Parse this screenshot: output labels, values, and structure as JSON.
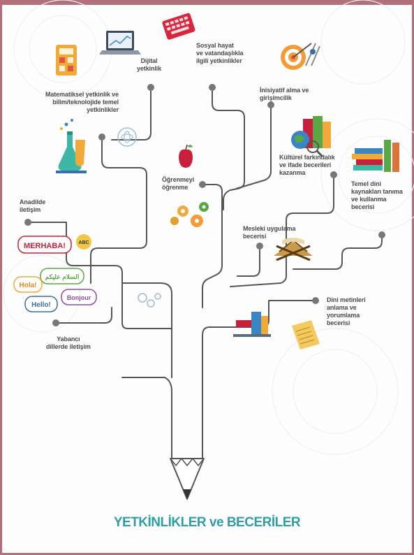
{
  "title": "YETKİNLİKLER ve BECERİLER",
  "skills": {
    "digital": [
      "Dijital",
      "yetkinlik"
    ],
    "social": [
      "Sosyal hayat",
      "ve vatandaşlıkla",
      "ilgili yetkinlikler"
    ],
    "math": [
      "Matematiksel yetkinlik ve",
      "bilim/teknolojide temel",
      "yetkinlikler"
    ],
    "initiative": [
      "İnisiyatif alma ve",
      "girişimcilik"
    ],
    "cultural": [
      "Kültürel farkındalık",
      "ve ifade becerileri",
      "kazanma"
    ],
    "learning": [
      "Öğrenmeyi",
      "öğrenme"
    ],
    "native": [
      "Anadilde",
      "iletişim"
    ],
    "religious_sources": [
      "Temel dini",
      "kaynakları tanıma",
      "ve kullanma",
      "becerisi"
    ],
    "quran": [
      "Mesleki uygulama",
      "becerisi"
    ],
    "foreign": [
      "Yabancı",
      "dillerde iletişim"
    ],
    "texts": [
      "Dini metinleri",
      "anlama ve",
      "yorumlama",
      "becerisi"
    ]
  },
  "bubbles": {
    "merhaba": "MERHABA!",
    "arabic": "السلام عليكم",
    "hola": "Hola!",
    "hello": "Hello!",
    "bonjour": "Bonjour",
    "abc": "ABC"
  },
  "colors": {
    "line": "#555555",
    "title": "#2f9ea5",
    "frame": "#b4707a",
    "dot": "#777777"
  }
}
